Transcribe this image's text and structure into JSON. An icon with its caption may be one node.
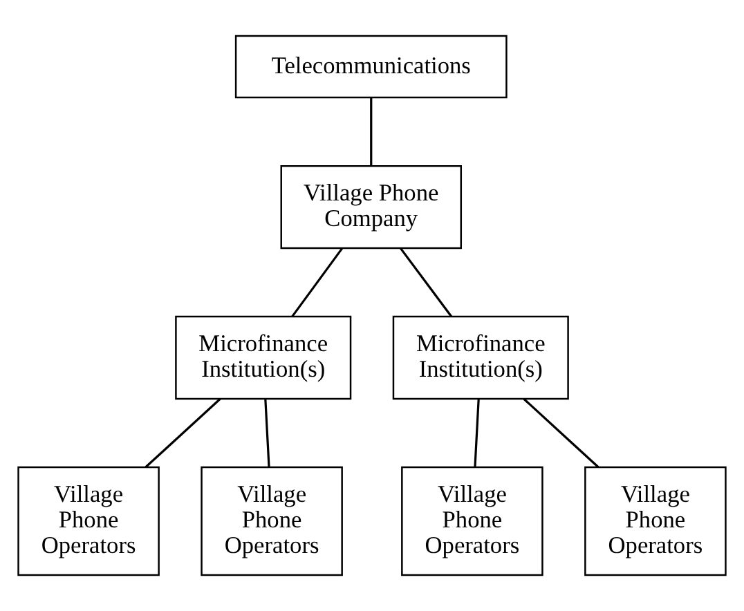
{
  "diagram": {
    "nodes": [
      {
        "text": [
          "Telecommunications"
        ]
      },
      {
        "text": [
          "Village Phone Company"
        ]
      },
      {
        "text": [
          "Microfinance Institution(s)"
        ]
      },
      {
        "text": [
          "Microfinance Institution(s)"
        ]
      },
      {
        "text": [
          "Village Phone Operators"
        ]
      },
      {
        "text": [
          "Village Phone Operators"
        ]
      },
      {
        "text": [
          "Village Phone Operators"
        ]
      },
      {
        "text": [
          "Village Phone Operators"
        ]
      }
    ],
    "edges": [
      {
        "from": 0,
        "to": 1,
        "arrow": "none"
      },
      {
        "from": 1,
        "to": 2,
        "arrow": "none"
      },
      {
        "from": 1,
        "to": 3,
        "arrow": "none"
      },
      {
        "from": 2,
        "to": 4,
        "arrow": "none"
      },
      {
        "from": 2,
        "to": 5,
        "arrow": "none"
      },
      {
        "from": 3,
        "to": 6,
        "arrow": "none"
      },
      {
        "from": 3,
        "to": 7,
        "arrow": "none"
      }
    ]
  }
}
